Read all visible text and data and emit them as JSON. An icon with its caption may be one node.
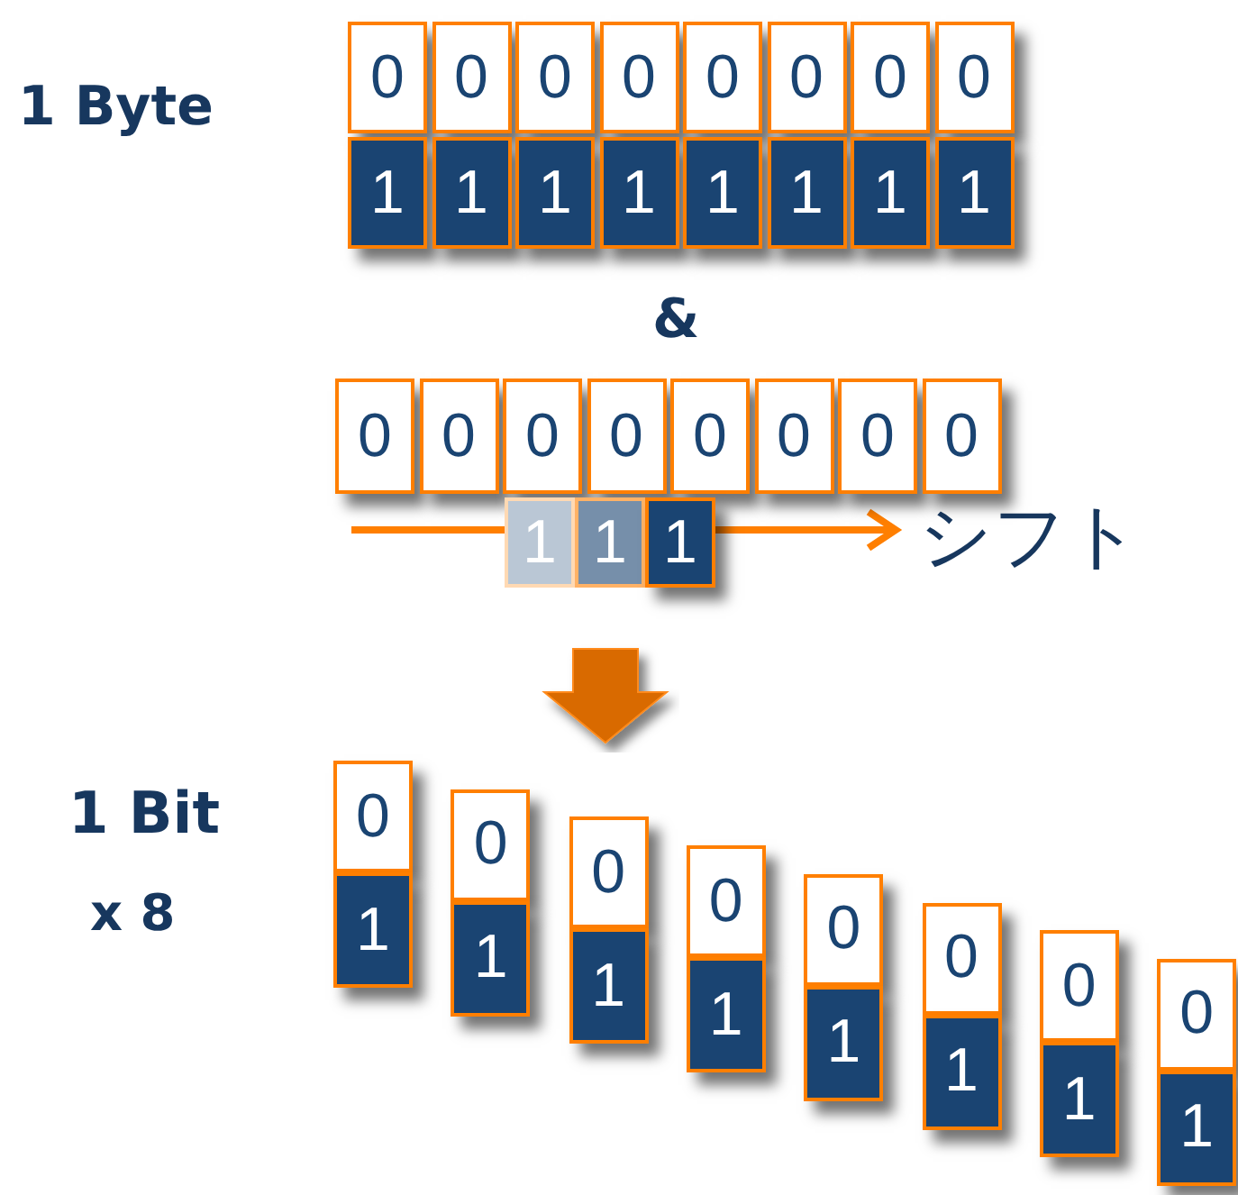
{
  "diagram": {
    "nodes": [
      {
        "text": [
          "0"
        ]
      },
      {
        "text": [
          "0"
        ]
      },
      {
        "text": [
          "0"
        ]
      },
      {
        "text": [
          "0"
        ]
      },
      {
        "text": [
          "0"
        ]
      },
      {
        "text": [
          "0"
        ]
      },
      {
        "text": [
          "0"
        ]
      },
      {
        "text": [
          "0"
        ]
      },
      {
        "text": [
          "1"
        ]
      },
      {
        "text": [
          "1"
        ]
      },
      {
        "text": [
          "1"
        ]
      },
      {
        "text": [
          "1"
        ]
      },
      {
        "text": [
          "1"
        ]
      },
      {
        "text": [
          "1"
        ]
      },
      {
        "text": [
          "1"
        ]
      },
      {
        "text": [
          "1"
        ]
      },
      {
        "text": [
          "0"
        ]
      },
      {
        "text": [
          "0"
        ]
      },
      {
        "text": [
          "0"
        ]
      },
      {
        "text": [
          "0"
        ]
      },
      {
        "text": [
          "0"
        ]
      },
      {
        "text": [
          "0"
        ]
      },
      {
        "text": [
          "0"
        ]
      },
      {
        "text": [
          "0"
        ]
      },
      {
        "text": [
          "1"
        ]
      },
      {
        "text": [
          "1"
        ]
      },
      {
        "text": [
          "1"
        ]
      },
      {
        "text": [
          "0"
        ]
      },
      {
        "text": [
          "1"
        ]
      },
      {
        "text": [
          "0"
        ]
      },
      {
        "text": [
          "1"
        ]
      },
      {
        "text": [
          "0"
        ]
      },
      {
        "text": [
          "1"
        ]
      },
      {
        "text": [
          "0"
        ]
      },
      {
        "text": [
          "1"
        ]
      },
      {
        "text": [
          "0"
        ]
      },
      {
        "text": [
          "1"
        ]
      },
      {
        "text": [
          "0"
        ]
      },
      {
        "text": [
          "1"
        ]
      },
      {
        "text": [
          "0"
        ]
      },
      {
        "text": [
          "1"
        ]
      },
      {
        "text": [
          "0"
        ]
      },
      {
        "text": [
          "1"
        ]
      }
    ],
    "labels": [
      "1 Byte",
      "&",
      "シフト",
      "1 Bit",
      "x 8"
    ]
  }
}
